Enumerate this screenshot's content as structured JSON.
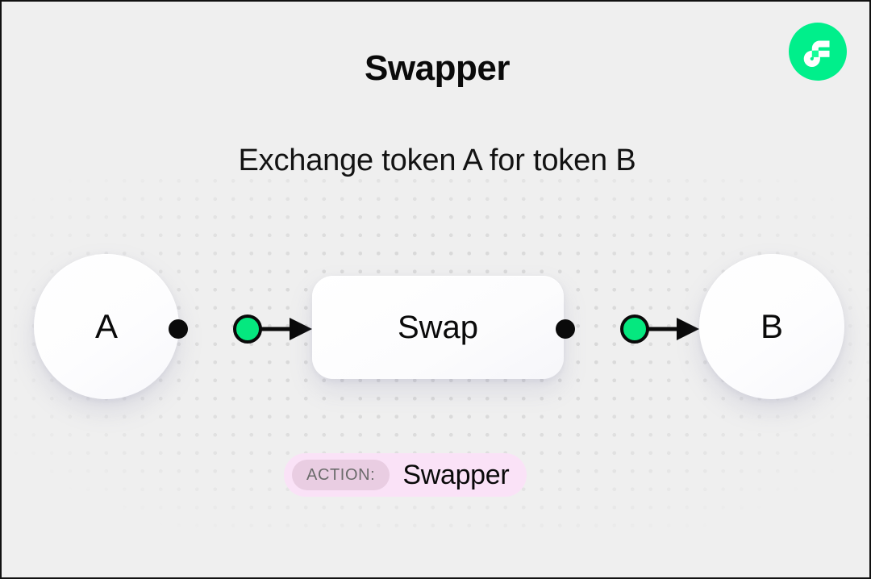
{
  "header": {
    "title": "Swapper",
    "subtitle": "Exchange token A for token B",
    "logo_name": "flow-logo",
    "logo_color": "#00ef8b"
  },
  "diagram": {
    "nodes": [
      {
        "id": "a",
        "label": "A",
        "shape": "circle"
      },
      {
        "id": "swap",
        "label": "Swap",
        "shape": "rounded-rect"
      },
      {
        "id": "b",
        "label": "B",
        "shape": "circle"
      }
    ],
    "connectors": [
      {
        "id": "connector-1",
        "from": "a",
        "to": "swap",
        "marker": "arrow",
        "dot_color": "#05e87f",
        "line_color": "#0a0a0a"
      },
      {
        "id": "connector-2",
        "from": "swap",
        "to": "b",
        "marker": "arrow",
        "dot_color": "#05e87f",
        "line_color": "#0a0a0a"
      }
    ]
  },
  "action_badge": {
    "label": "ACTION:",
    "value": "Swapper",
    "background": "#fae2f7",
    "label_background": "#e9cde2"
  },
  "colors": {
    "canvas_background": "#efefef",
    "accent_green": "#05e87f",
    "dot_grid": "#d9d9d9",
    "text": "#0a0a0a"
  }
}
